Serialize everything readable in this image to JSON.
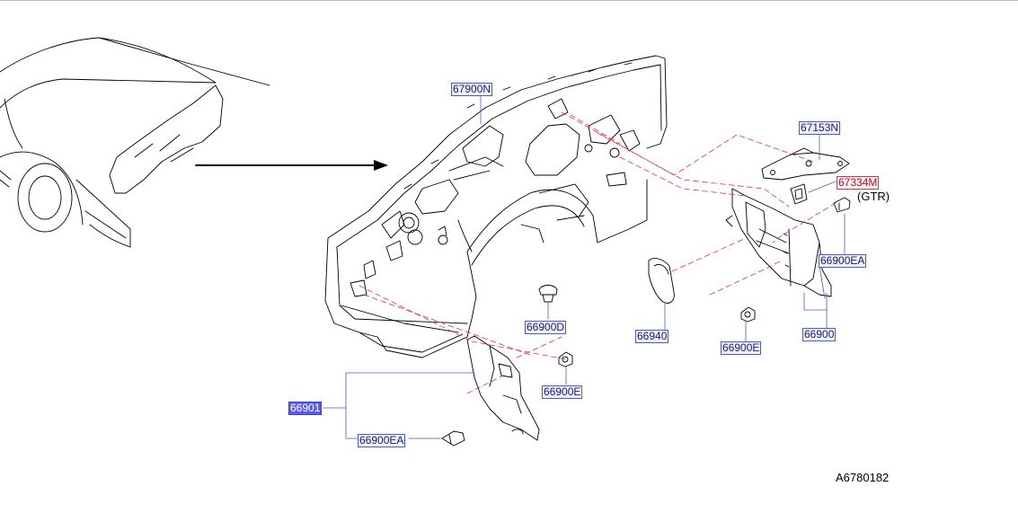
{
  "diagram": {
    "figure_id": "A6780182",
    "variant_note": "(GTR)",
    "callouts": {
      "p67900N": "67900N",
      "p67153N": "67153N",
      "p67334M": "67334M",
      "p66900EA_right": "66900EA",
      "p66900_right": "66900",
      "p66900E_right": "66900E",
      "p66940": "66940",
      "p66900D": "66900D",
      "p66900E_left": "66900E",
      "p66901": "66901",
      "p66900EA_left": "66900EA"
    },
    "colors": {
      "line": "#000000",
      "callout_blue": "#4a5bd6",
      "leader_red": "#e03a3a",
      "highlight": "#5b5ee8"
    }
  }
}
